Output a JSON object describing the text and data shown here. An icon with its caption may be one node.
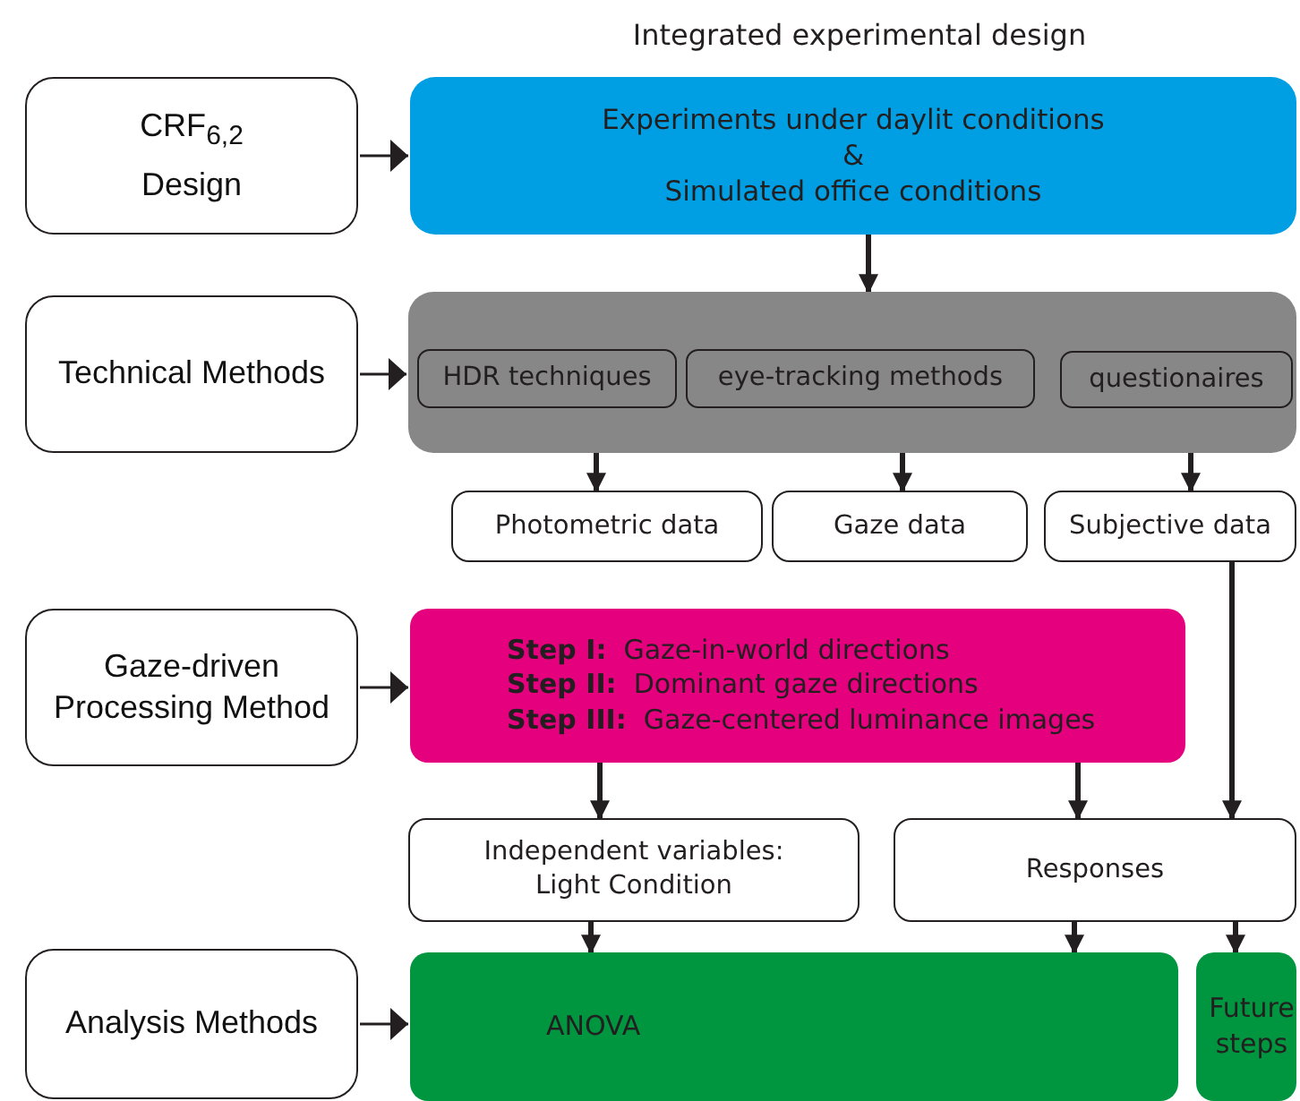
{
  "diagram": {
    "title": "Integrated experimental design",
    "nodes": [
      {
        "text": [
          "CRF$_{6,2}$",
          "Design"
        ]
      },
      {
        "text": [
          "Experiments under daylit conditions",
          "&",
          "Simulated office conditions"
        ]
      },
      {
        "text": [
          "Technical Methods"
        ]
      },
      {
        "text": [],
        "shape": "box"
      },
      {
        "text": [
          "HDR techniques"
        ],
        "in": 3
      },
      {
        "text": [
          "eye-tracking methods"
        ],
        "in": 3
      },
      {
        "text": [
          "questionaires"
        ],
        "in": 3
      },
      {
        "text": [
          "Photometric data"
        ]
      },
      {
        "text": [
          "Gaze data"
        ]
      },
      {
        "text": [
          "Subjective data"
        ]
      },
      {
        "text": [
          "Gaze-driven Processing Method"
        ]
      },
      {
        "text": [
          "**Step I:**  Gaze-in-world directions",
          "**Step II:**  Dominant gaze directions",
          "**Step III:**  Gaze-centered luminance images"
        ]
      },
      {
        "text": [
          "Independent variables: Light Condition"
        ]
      },
      {
        "text": [
          "Responses"
        ]
      },
      {
        "text": [
          "Analysis Methods"
        ]
      },
      {
        "text": [
          "ANOVA"
        ]
      },
      {
        "text": [
          "Future steps"
        ]
      }
    ],
    "edges": [
      {
        "from": 0,
        "to": 1,
        "arrow": "to"
      },
      {
        "from": 1,
        "to": 3,
        "arrow": "to"
      },
      {
        "from": 2,
        "to": 3,
        "arrow": "to"
      },
      {
        "from": 4,
        "to": 7,
        "arrow": "to"
      },
      {
        "from": 5,
        "to": 8,
        "arrow": "to"
      },
      {
        "from": 6,
        "to": 9,
        "arrow": "to"
      },
      {
        "from": 10,
        "to": 11,
        "arrow": "to"
      },
      {
        "from": 11,
        "to": 12,
        "arrow": "to"
      },
      {
        "from": 11,
        "to": 13,
        "arrow": "to"
      },
      {
        "from": 9,
        "to": 13,
        "arrow": "to"
      },
      {
        "from": 12,
        "to": 15,
        "arrow": "to"
      },
      {
        "from": 13,
        "to": 15,
        "arrow": "to"
      },
      {
        "from": 13,
        "to": 16,
        "arrow": "to"
      },
      {
        "from": 14,
        "to": 15,
        "arrow": "to"
      }
    ]
  }
}
